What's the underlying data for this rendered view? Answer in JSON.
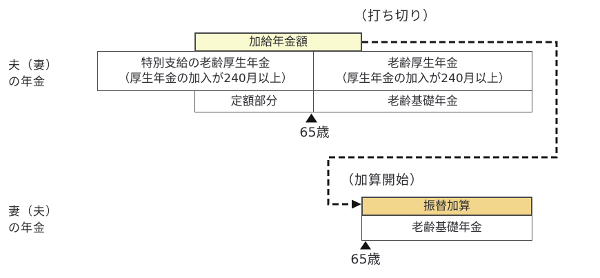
{
  "labels": {
    "husband": {
      "line1": "夫（妻）",
      "line2": "の年金"
    },
    "wife": {
      "line1": "妻（夫）",
      "line2": "の年金"
    },
    "cutoff": "（打ち切り）",
    "addition_start": "（加算開始）",
    "age65_top": "65歳",
    "age65_bottom": "65歳"
  },
  "top_chart": {
    "kakyu": "加給年金額",
    "tokubetsu": {
      "line1": "特別支給の老齢厚生年金",
      "line2": "（厚生年金の加入が240月以上）"
    },
    "rourei": {
      "line1": "老齢厚生年金",
      "line2": "（厚生年金の加入が240月以上）"
    },
    "teigaku": "定額部分",
    "kiso": "老齢基礎年金"
  },
  "bottom_chart": {
    "furikae": "振替加算",
    "kiso": "老齢基礎年金"
  },
  "icons": {
    "age_marker_top": "triangle-up-icon",
    "age_marker_bottom": "triangle-up-icon",
    "transfer_arrow": "arrow-right-icon"
  },
  "colors": {
    "canvas_bg": "#ffffff",
    "pale_yellow": "#fafad0",
    "tan": "#f2d68c",
    "border_color": "#4a4a4a",
    "text_color": "#2e2e33",
    "dash_color": "#141414"
  }
}
